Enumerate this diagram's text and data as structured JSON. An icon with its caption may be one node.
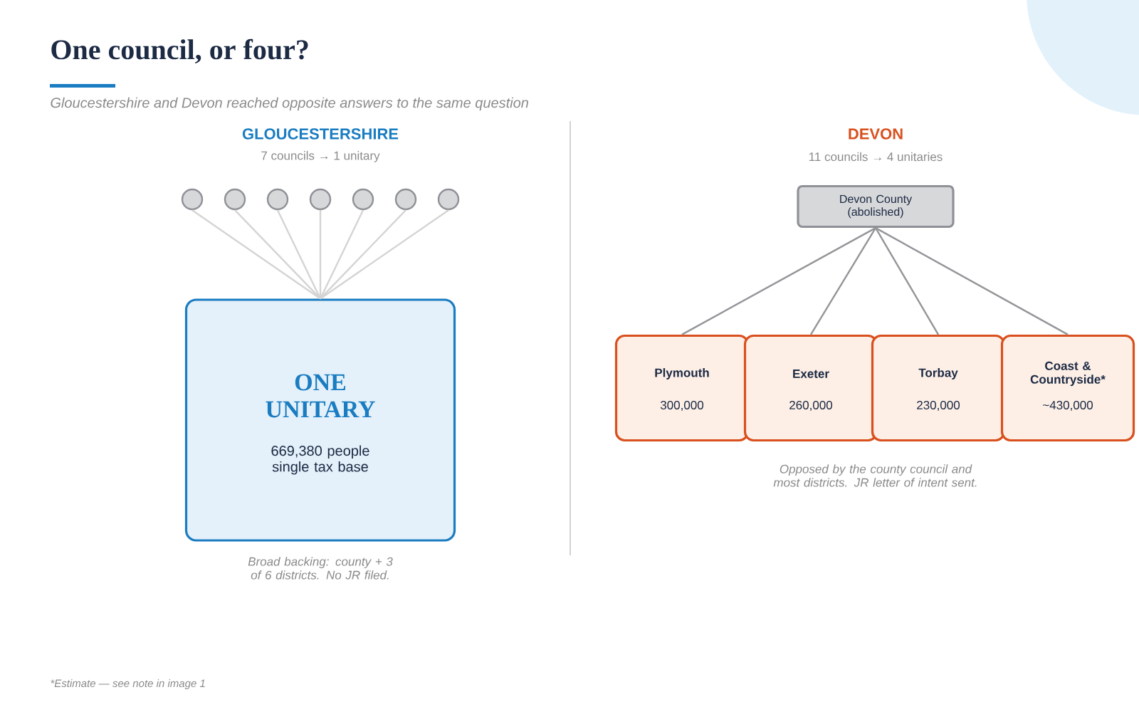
{
  "diagram": {
    "title": "One council, or four?",
    "caption": "Gloucestershire and Devon reached opposite answers to the same question",
    "nodes": [
      {
        "text": [],
        "shape": "circle"
      },
      {
        "text": [],
        "shape": "circle"
      },
      {
        "text": [],
        "shape": "circle"
      },
      {
        "text": [],
        "shape": "circle"
      },
      {
        "text": [],
        "shape": "circle"
      },
      {
        "text": [],
        "shape": "circle"
      },
      {
        "text": [],
        "shape": "circle"
      },
      {
        "text": [
          "ONE UNITARY",
          "669,380 people single tax base"
        ],
        "beside": [
          "Broad backing: county + 3 of 6 districts. No JR filed."
        ]
      },
      {
        "text": [
          "Devon County (abolished)"
        ]
      },
      {
        "text": [
          "Plymouth",
          "300,000"
        ]
      },
      {
        "text": [
          "Exeter",
          "260,000"
        ]
      },
      {
        "text": [
          "Torbay",
          "230,000"
        ]
      },
      {
        "text": [
          "Coast & Countryside*",
          "~430,000"
        ]
      }
    ],
    "edges": [
      {
        "from": 0,
        "to": 7,
        "arrow": "none"
      },
      {
        "from": 1,
        "to": 7,
        "arrow": "none"
      },
      {
        "from": 2,
        "to": 7,
        "arrow": "none"
      },
      {
        "from": 3,
        "to": 7,
        "arrow": "none"
      },
      {
        "from": 4,
        "to": 7,
        "arrow": "none"
      },
      {
        "from": 5,
        "to": 7,
        "arrow": "none"
      },
      {
        "from": 6,
        "to": 7,
        "arrow": "none"
      },
      {
        "from": 8,
        "to": 9,
        "arrow": "none",
        "color": "#939598"
      },
      {
        "from": 8,
        "to": 10,
        "arrow": "none",
        "color": "#939598"
      },
      {
        "from": 8,
        "to": 11,
        "arrow": "none",
        "color": "#939598"
      },
      {
        "from": 8,
        "to": 12,
        "arrow": "none",
        "color": "#939598"
      }
    ],
    "labels": [
      "GLOUCESTERSHIRE",
      "7 councils → 1 unitary",
      "DEVON",
      "11 councils → 4 unitaries",
      "Opposed by the county council and most districts. JR letter of intent sent.",
      "*Estimate — see note in image 1"
    ]
  }
}
